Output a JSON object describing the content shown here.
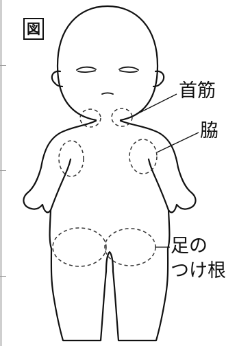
{
  "figure_label": "図",
  "callouts": {
    "neck": "首筋",
    "armpit": "脇",
    "groin_line1": "足の",
    "groin_line2": "つけ根"
  },
  "colors": {
    "line": "#111111",
    "dashed": "#333333",
    "frame": "#cfcfcf"
  }
}
